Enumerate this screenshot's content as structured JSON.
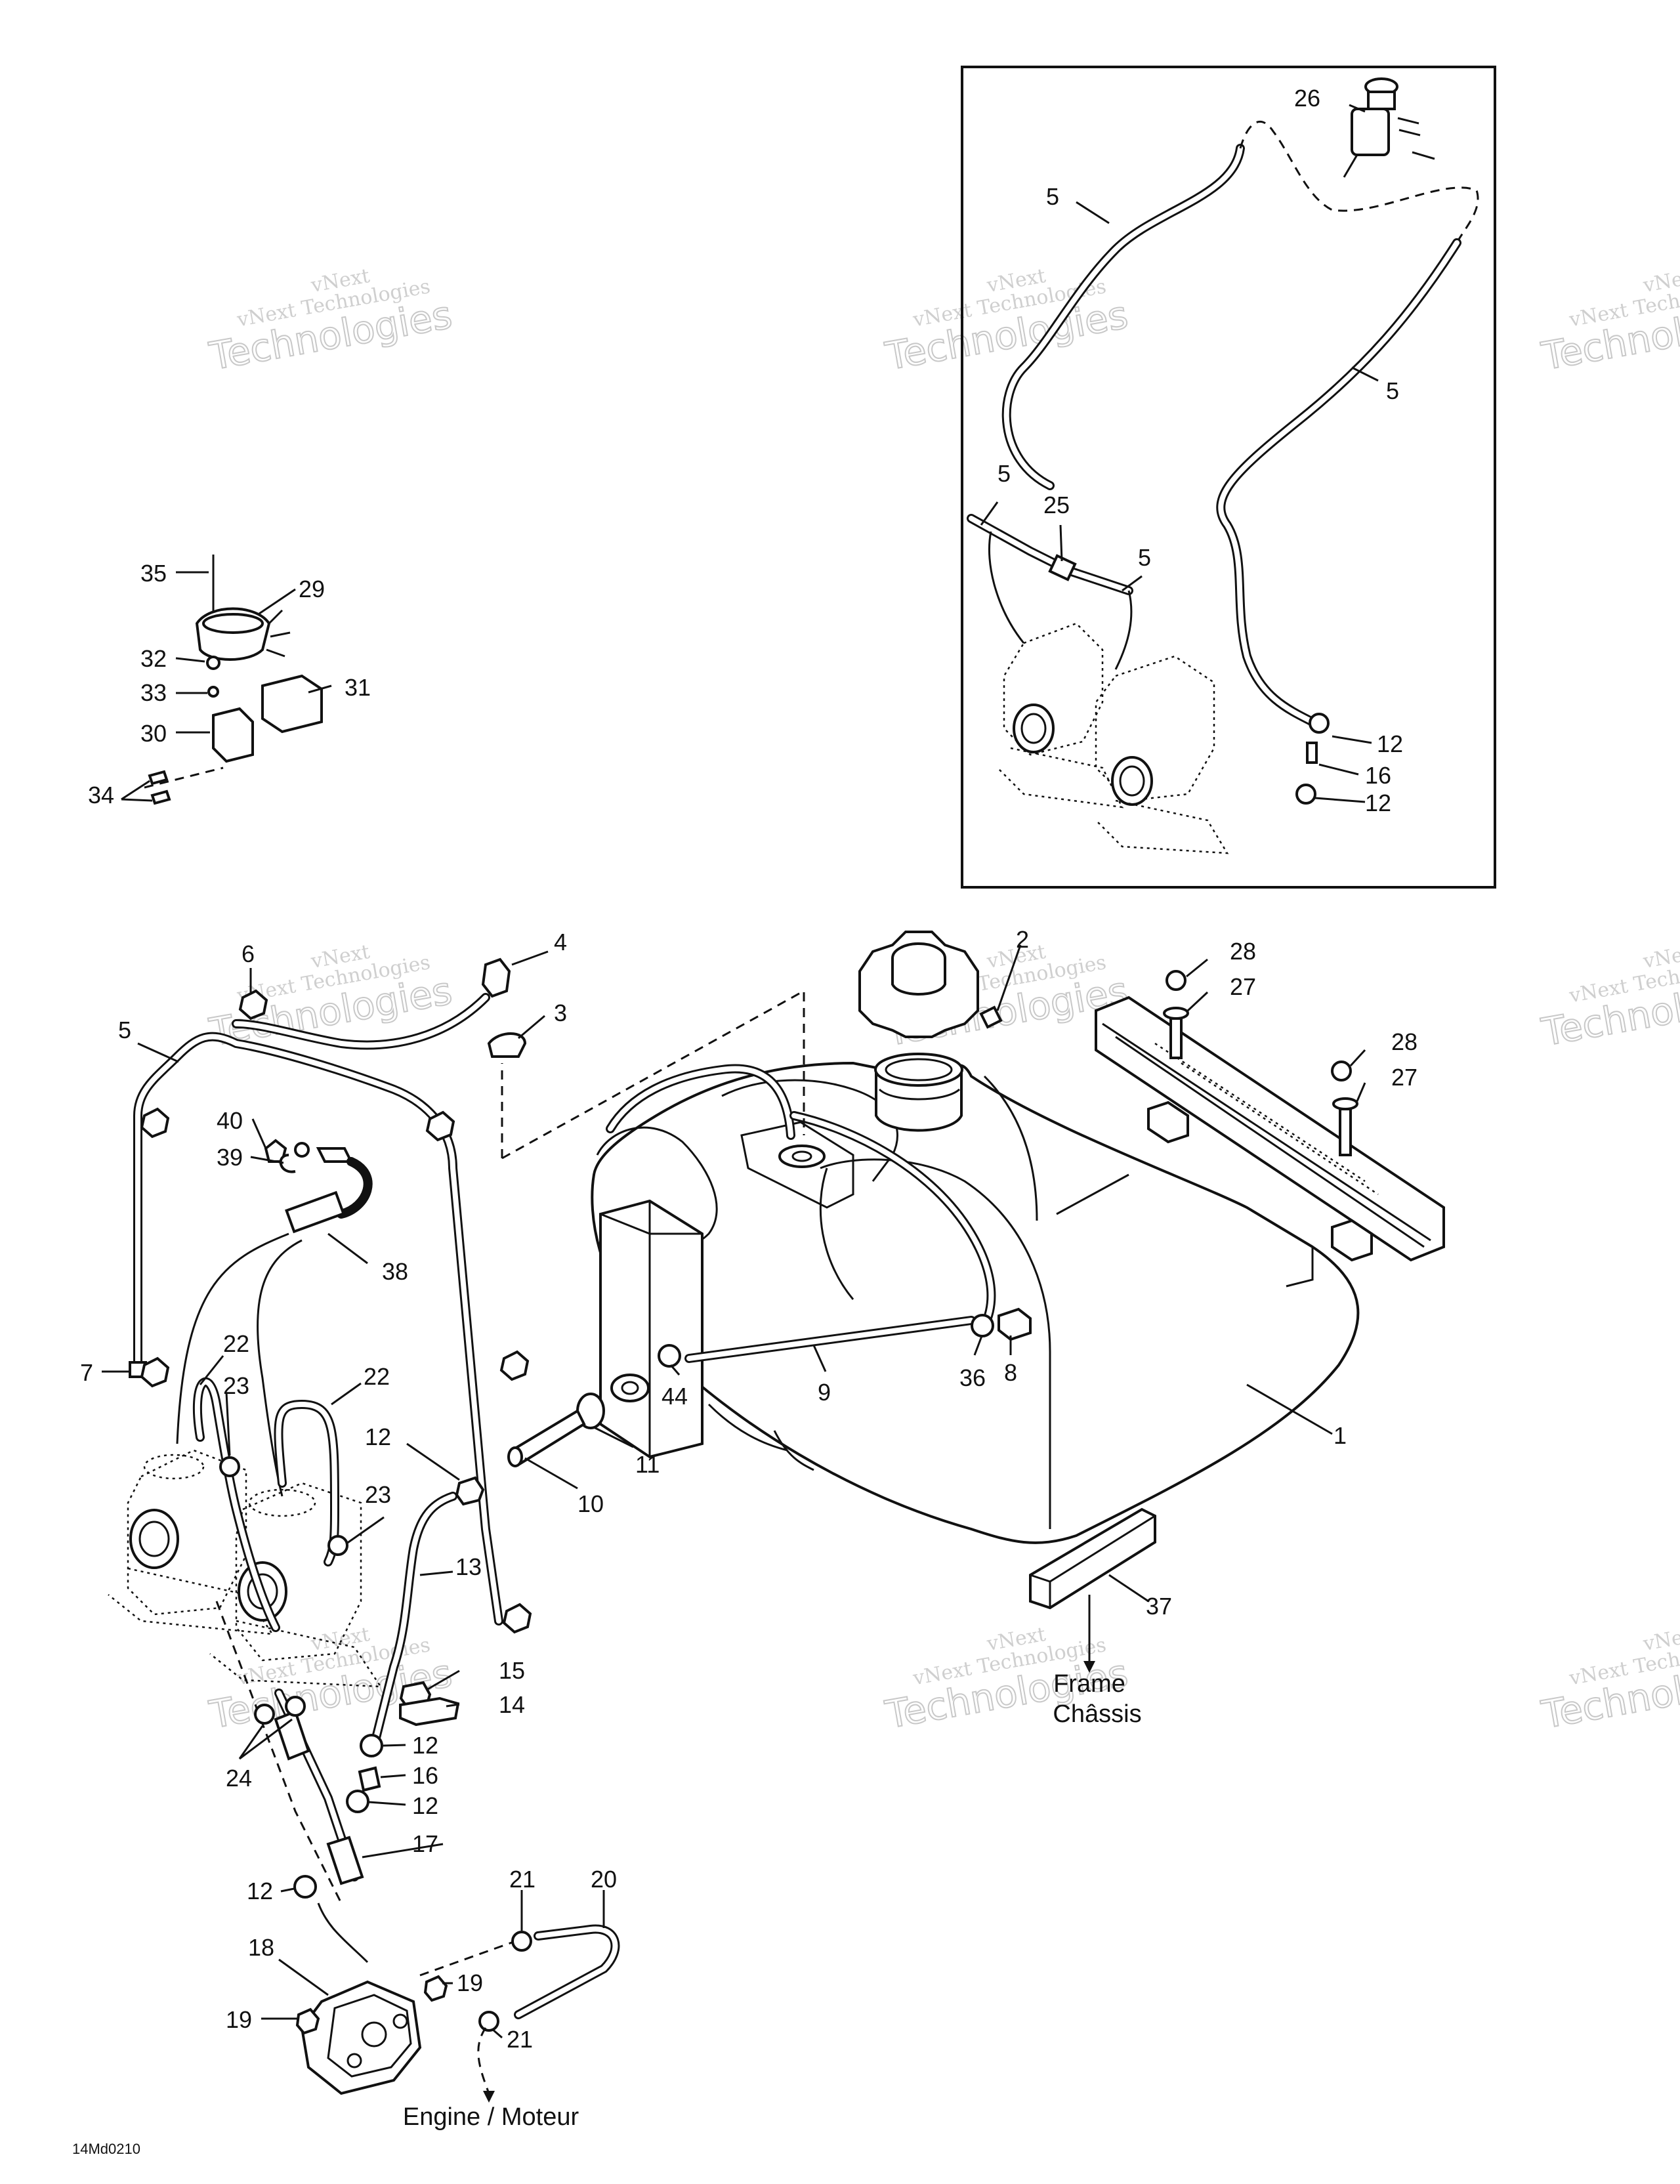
{
  "diagram_code": "14Md0210",
  "watermark": {
    "line1": "vNext",
    "line2": "vNext Technologies",
    "line3": "Technologies"
  },
  "destinations": {
    "frame": "Frame",
    "chassis": "Châssis",
    "engine": "Engine / Moteur"
  },
  "callouts": [
    {
      "id": "c26",
      "text": "26"
    },
    {
      "id": "c5a",
      "text": "5"
    },
    {
      "id": "c5b",
      "text": "5"
    },
    {
      "id": "c5c",
      "text": "5"
    },
    {
      "id": "c25",
      "text": "25"
    },
    {
      "id": "c5d",
      "text": "5"
    },
    {
      "id": "c12a",
      "text": "12"
    },
    {
      "id": "c16a",
      "text": "16"
    },
    {
      "id": "c12b",
      "text": "12"
    },
    {
      "id": "c35",
      "text": "35"
    },
    {
      "id": "c29",
      "text": "29"
    },
    {
      "id": "c32",
      "text": "32"
    },
    {
      "id": "c33",
      "text": "33"
    },
    {
      "id": "c31",
      "text": "31"
    },
    {
      "id": "c30",
      "text": "30"
    },
    {
      "id": "c34",
      "text": "34"
    },
    {
      "id": "c6",
      "text": "6"
    },
    {
      "id": "c4",
      "text": "4"
    },
    {
      "id": "c3",
      "text": "3"
    },
    {
      "id": "c2",
      "text": "2"
    },
    {
      "id": "c28a",
      "text": "28"
    },
    {
      "id": "c27a",
      "text": "27"
    },
    {
      "id": "c28b",
      "text": "28"
    },
    {
      "id": "c27b",
      "text": "27"
    },
    {
      "id": "c5e",
      "text": "5"
    },
    {
      "id": "c40",
      "text": "40"
    },
    {
      "id": "c39",
      "text": "39"
    },
    {
      "id": "c38",
      "text": "38"
    },
    {
      "id": "c7",
      "text": "7"
    },
    {
      "id": "c22a",
      "text": "22"
    },
    {
      "id": "c23a",
      "text": "23"
    },
    {
      "id": "c22b",
      "text": "22"
    },
    {
      "id": "c9",
      "text": "9"
    },
    {
      "id": "c36",
      "text": "36"
    },
    {
      "id": "c8",
      "text": "8"
    },
    {
      "id": "c44",
      "text": "44"
    },
    {
      "id": "c1",
      "text": "1"
    },
    {
      "id": "c12c",
      "text": "12"
    },
    {
      "id": "c11",
      "text": "11"
    },
    {
      "id": "c10",
      "text": "10"
    },
    {
      "id": "c23b",
      "text": "23"
    },
    {
      "id": "c13",
      "text": "13"
    },
    {
      "id": "c37",
      "text": "37"
    },
    {
      "id": "c15",
      "text": "15"
    },
    {
      "id": "c14",
      "text": "14"
    },
    {
      "id": "c24",
      "text": "24"
    },
    {
      "id": "c12d",
      "text": "12"
    },
    {
      "id": "c16b",
      "text": "16"
    },
    {
      "id": "c12e",
      "text": "12"
    },
    {
      "id": "c17",
      "text": "17"
    },
    {
      "id": "c12f",
      "text": "12"
    },
    {
      "id": "c21a",
      "text": "21"
    },
    {
      "id": "c20",
      "text": "20"
    },
    {
      "id": "c18",
      "text": "18"
    },
    {
      "id": "c19a",
      "text": "19"
    },
    {
      "id": "c19b",
      "text": "19"
    },
    {
      "id": "c21b",
      "text": "21"
    }
  ]
}
